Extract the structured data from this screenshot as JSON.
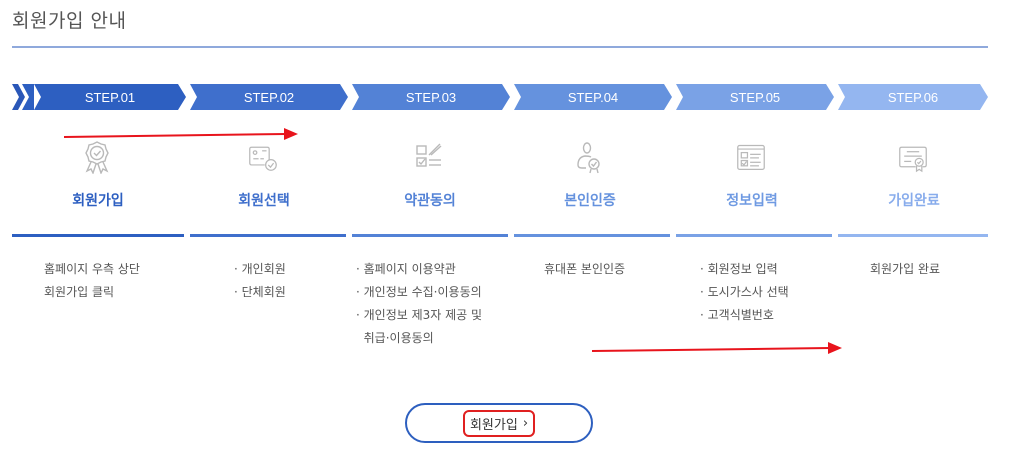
{
  "page": {
    "title": "회원가입 안내"
  },
  "steps": [
    {
      "badge": "STEP.01",
      "name": "회원가입",
      "icon": "award-ribbon-icon",
      "color": "#2d5fc1",
      "text_color": "#2d5fc1",
      "desc": [
        "홈페이지 우측 상단",
        "회원가입 클릭"
      ]
    },
    {
      "badge": "STEP.02",
      "name": "회원선택",
      "icon": "member-card-check-icon",
      "color": "#3f6fcc",
      "text_color": "#3f6fcc",
      "desc": [
        "· 개인회원",
        "· 단체회원"
      ]
    },
    {
      "badge": "STEP.03",
      "name": "약관동의",
      "icon": "checklist-pen-icon",
      "color": "#5382d6",
      "text_color": "#5382d6",
      "desc": [
        "· 홈페이지 이용약관",
        "· 개인정보 수집·이용동의",
        "· 개인정보 제3자 제공 및",
        "  취급·이용동의"
      ]
    },
    {
      "badge": "STEP.04",
      "name": "본인인증",
      "icon": "person-verified-icon",
      "color": "#6592de",
      "text_color": "#6592de",
      "desc": [
        "휴대폰 본인인증"
      ]
    },
    {
      "badge": "STEP.05",
      "name": "정보입력",
      "icon": "form-window-icon",
      "color": "#7aa2e6",
      "text_color": "#6f9ae2",
      "desc": [
        "· 회원정보 입력",
        "· 도시가스사 선택",
        "· 고객식별번호"
      ]
    },
    {
      "badge": "STEP.06",
      "name": "가입완료",
      "icon": "certificate-icon",
      "color": "#94b6f0",
      "text_color": "#88acec",
      "desc": [
        "회원가입 완료"
      ]
    }
  ],
  "join_button": {
    "label": "회원가입",
    "chevron": "›"
  },
  "annotations": {
    "arrow_color": "#e8141c"
  }
}
